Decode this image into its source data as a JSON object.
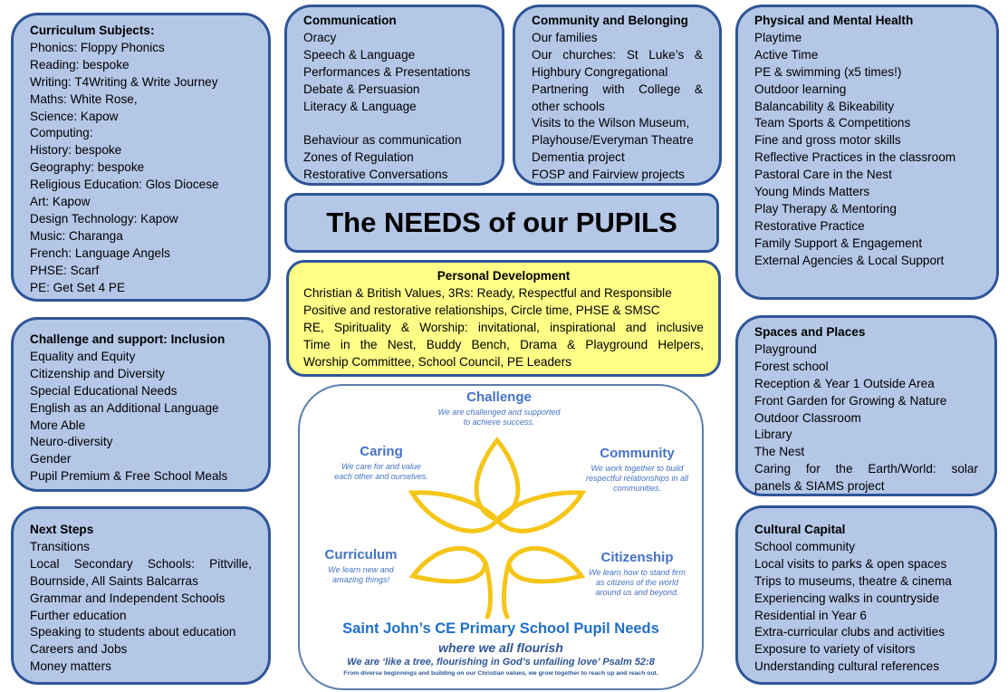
{
  "title": "The NEEDS of our PUPILS",
  "boxes": {
    "curriculum": {
      "title": "Curriculum Subjects:",
      "items": [
        "Phonics: Floppy Phonics",
        "Reading: bespoke",
        "Writing: T4Writing & Write Journey",
        "Maths: White Rose,",
        "Science: Kapow",
        "Computing:",
        "History: bespoke",
        "Geography: bespoke",
        "Religious Education: Glos Diocese",
        "Art: Kapow",
        "Design Technology: Kapow",
        "Music: Charanga",
        "French: Language Angels",
        "PHSE: Scarf",
        "PE: Get Set 4 PE"
      ]
    },
    "inclusion": {
      "title": "Challenge and support: Inclusion",
      "items": [
        "Equality and Equity",
        "Citizenship and Diversity",
        "Special Educational Needs",
        "English as an Additional Language",
        "More Able",
        "Neuro-diversity",
        "Gender",
        "Pupil Premium & Free School Meals"
      ]
    },
    "next": {
      "title": "Next Steps",
      "items": [
        "Transitions",
        "Local Secondary Schools: Pittville,",
        "Bournside, All Saints Balcarras",
        "Grammar and Independent Schools",
        "Further education",
        "Speaking to students about education",
        "Careers and Jobs",
        "Money matters"
      ]
    },
    "communication": {
      "title": "Communication",
      "items": [
        "Oracy",
        "Speech & Language",
        "Performances & Presentations",
        "Debate & Persuasion",
        "Literacy & Language",
        "",
        "Behaviour as communication",
        "Zones of Regulation",
        "Restorative Conversations"
      ]
    },
    "community": {
      "title": "Community and Belonging",
      "items": [
        "Our families",
        "Our churches: St Luke’s &",
        "Highbury Congregational",
        "Partnering with College &",
        "other schools",
        "Visits to the Wilson Museum,",
        "Playhouse/Everyman Theatre",
        "Dementia project",
        "FOSP and Fairview projects"
      ]
    },
    "health": {
      "title": "Physical and Mental Health",
      "items": [
        "Playtime",
        "Active Time",
        "PE & swimming (x5 times!)",
        "Outdoor learning",
        "Balancability & Bikeability",
        "Team Sports & Competitions",
        "Fine and gross motor skills",
        "Reflective Practices in the classroom",
        "Pastoral Care in the Nest",
        "Young Minds Matters",
        "Play Therapy & Mentoring",
        "Restorative Practice",
        "Family Support & Engagement",
        "External Agencies & Local Support"
      ]
    },
    "spaces": {
      "title": "Spaces and Places",
      "items": [
        "Playground",
        "Forest school",
        "Reception & Year 1 Outside Area",
        "Front Garden for Growing & Nature",
        "Outdoor Classroom",
        "Library",
        "The Nest",
        "Caring for the Earth/World: solar",
        "panels & SIAMS project"
      ]
    },
    "cultural": {
      "title": "Cultural Capital",
      "items": [
        "School community",
        "Local visits to parks & open spaces",
        "Trips to museums, theatre & cinema",
        "Experiencing walks in countryside",
        "Residential in Year 6",
        "Extra-curricular clubs and activities",
        "Exposure to variety of visitors",
        "Understanding cultural references"
      ]
    }
  },
  "personal": {
    "title": "Personal Development",
    "items": [
      "Christian & British Values, 3Rs: Ready, Respectful and Responsible",
      "Positive and restorative relationships, Circle time, PHSE & SMSC",
      "RE, Spirituality & Worship: invitational, inspirational and inclusive",
      "Time in the Nest, Buddy Bench, Drama & Playground Helpers,",
      "Worship Committee, School Council, PE Leaders"
    ]
  },
  "logo": {
    "challenge": {
      "h": "Challenge",
      "d1": "We are challenged and supported",
      "d2": "to achieve success."
    },
    "caring": {
      "h": "Caring",
      "d1": "We care for and value",
      "d2": "each other and ourselves."
    },
    "community": {
      "h": "Community",
      "d1": "We work together to build",
      "d2": "respectful relationships in all",
      "d3": "communities."
    },
    "curriculum": {
      "h": "Curriculum",
      "d1": "We learn new and",
      "d2": "amazing things!"
    },
    "citizenship": {
      "h": "Citizenship",
      "d1": "We learn how to stand firm",
      "d2": "as citizens of the world",
      "d3": "around us and beyond."
    },
    "school": "Saint John’s CE Primary School Pupil Needs",
    "tagline": "where we all flourish",
    "verse": "We are ‘like a tree, flourishing in God’s unfailing love’ Psalm 52:8",
    "motto": "From diverse beginnings and building on our Christian values, we grow together to reach up and reach out.",
    "flower_color": "#f5c518"
  }
}
